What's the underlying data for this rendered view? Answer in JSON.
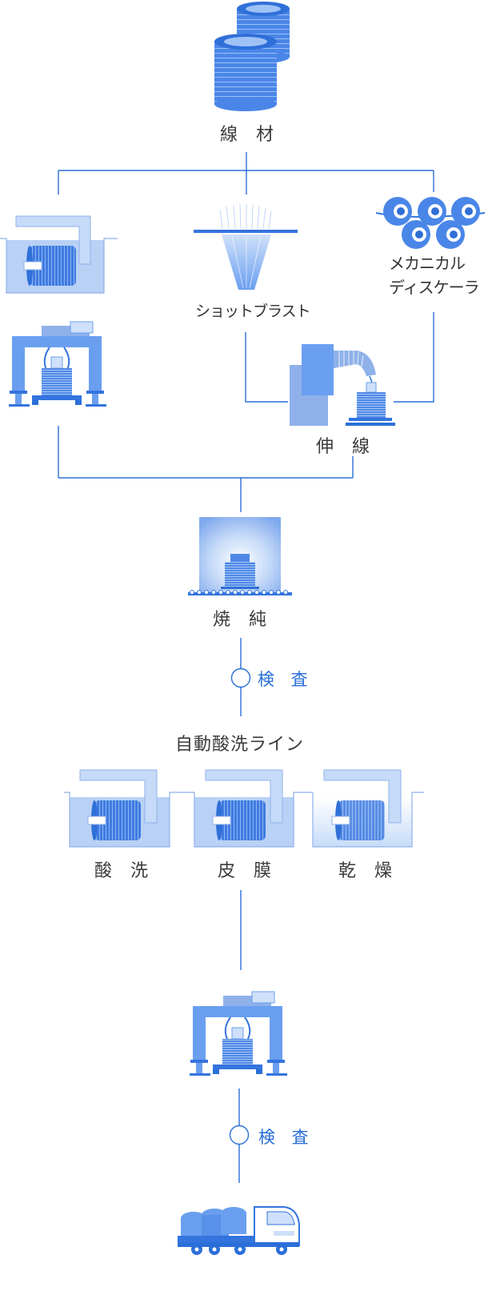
{
  "colors": {
    "line": "#2a6fd8",
    "light": "#b8d1f5",
    "mid": "#6a9ff0",
    "dark": "#3474de"
  },
  "labels": {
    "wire_rod": "線 材",
    "shot_blast": "ショットブラスト",
    "mech_descaler_1": "メカニカル",
    "mech_descaler_2": "ディスケーラ",
    "drawing": "伸 線",
    "annealing": "焼 純",
    "inspection_1": "検 査",
    "pickling_line": "自動酸洗ライン",
    "acid_wash": "酸 洗",
    "coating": "皮 膜",
    "drying": "乾 燥",
    "inspection_2": "検 査"
  },
  "icons": {
    "wire_coil": "wire-coil-icon",
    "tank": "immersion-tank-icon",
    "blast": "shot-blast-icon",
    "rollers": "descaler-rollers-icon",
    "crane": "gantry-crane-icon",
    "drawing_machine": "wire-drawing-machine-icon",
    "furnace": "annealing-furnace-icon",
    "truck": "delivery-truck-icon"
  }
}
